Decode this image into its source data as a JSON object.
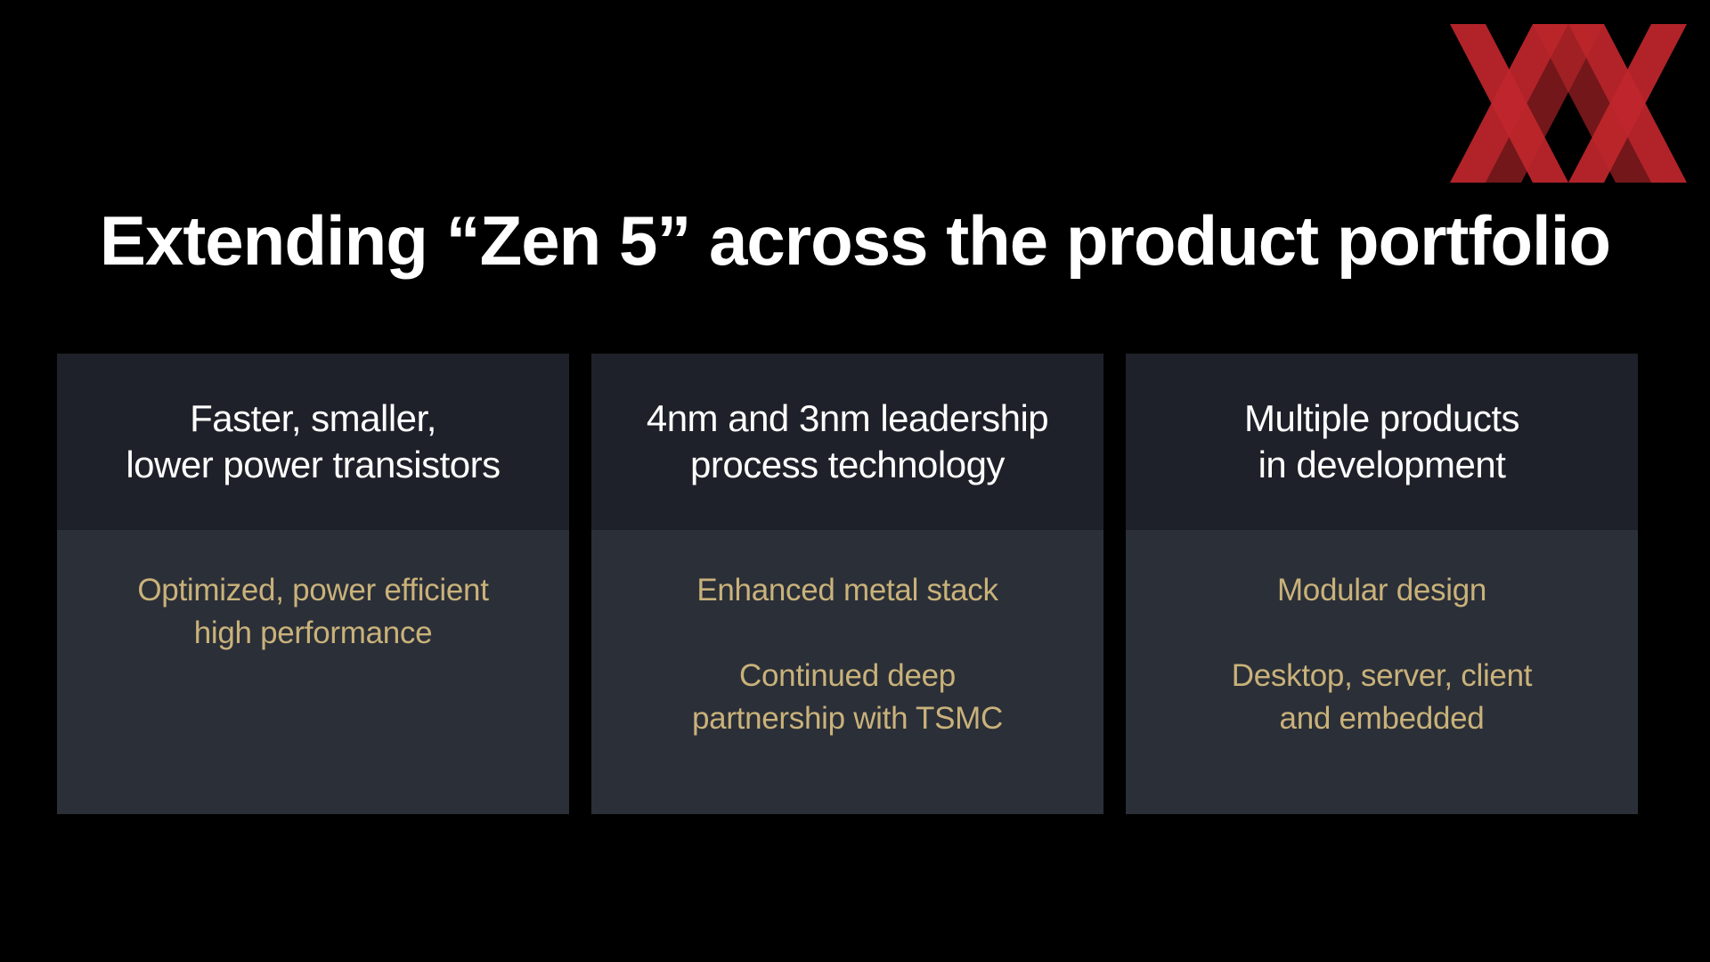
{
  "slide": {
    "title": "Extending “Zen 5” across the product portfolio",
    "logo_icon": "red-double-x-logo-icon",
    "colors": {
      "background": "#000000",
      "title": "#ffffff",
      "card_header_bg": "#1e2129",
      "card_body_bg": "#2b2f38",
      "card_header_text": "#ffffff",
      "card_body_text": "#c9b27a",
      "logo_red": "#c0262c"
    },
    "cards": [
      {
        "header_lines": [
          "Faster, smaller,",
          "lower power transistors"
        ],
        "paragraphs": [
          [
            "Optimized, power efficient",
            "high performance"
          ]
        ]
      },
      {
        "header_lines": [
          "4nm and 3nm leadership",
          "process technology"
        ],
        "paragraphs": [
          [
            "Enhanced metal stack"
          ],
          [
            "Continued deep",
            "partnership with TSMC"
          ]
        ]
      },
      {
        "header_lines": [
          "Multiple products",
          "in development"
        ],
        "paragraphs": [
          [
            "Modular design"
          ],
          [
            "Desktop, server, client",
            "and embedded"
          ]
        ]
      }
    ]
  }
}
